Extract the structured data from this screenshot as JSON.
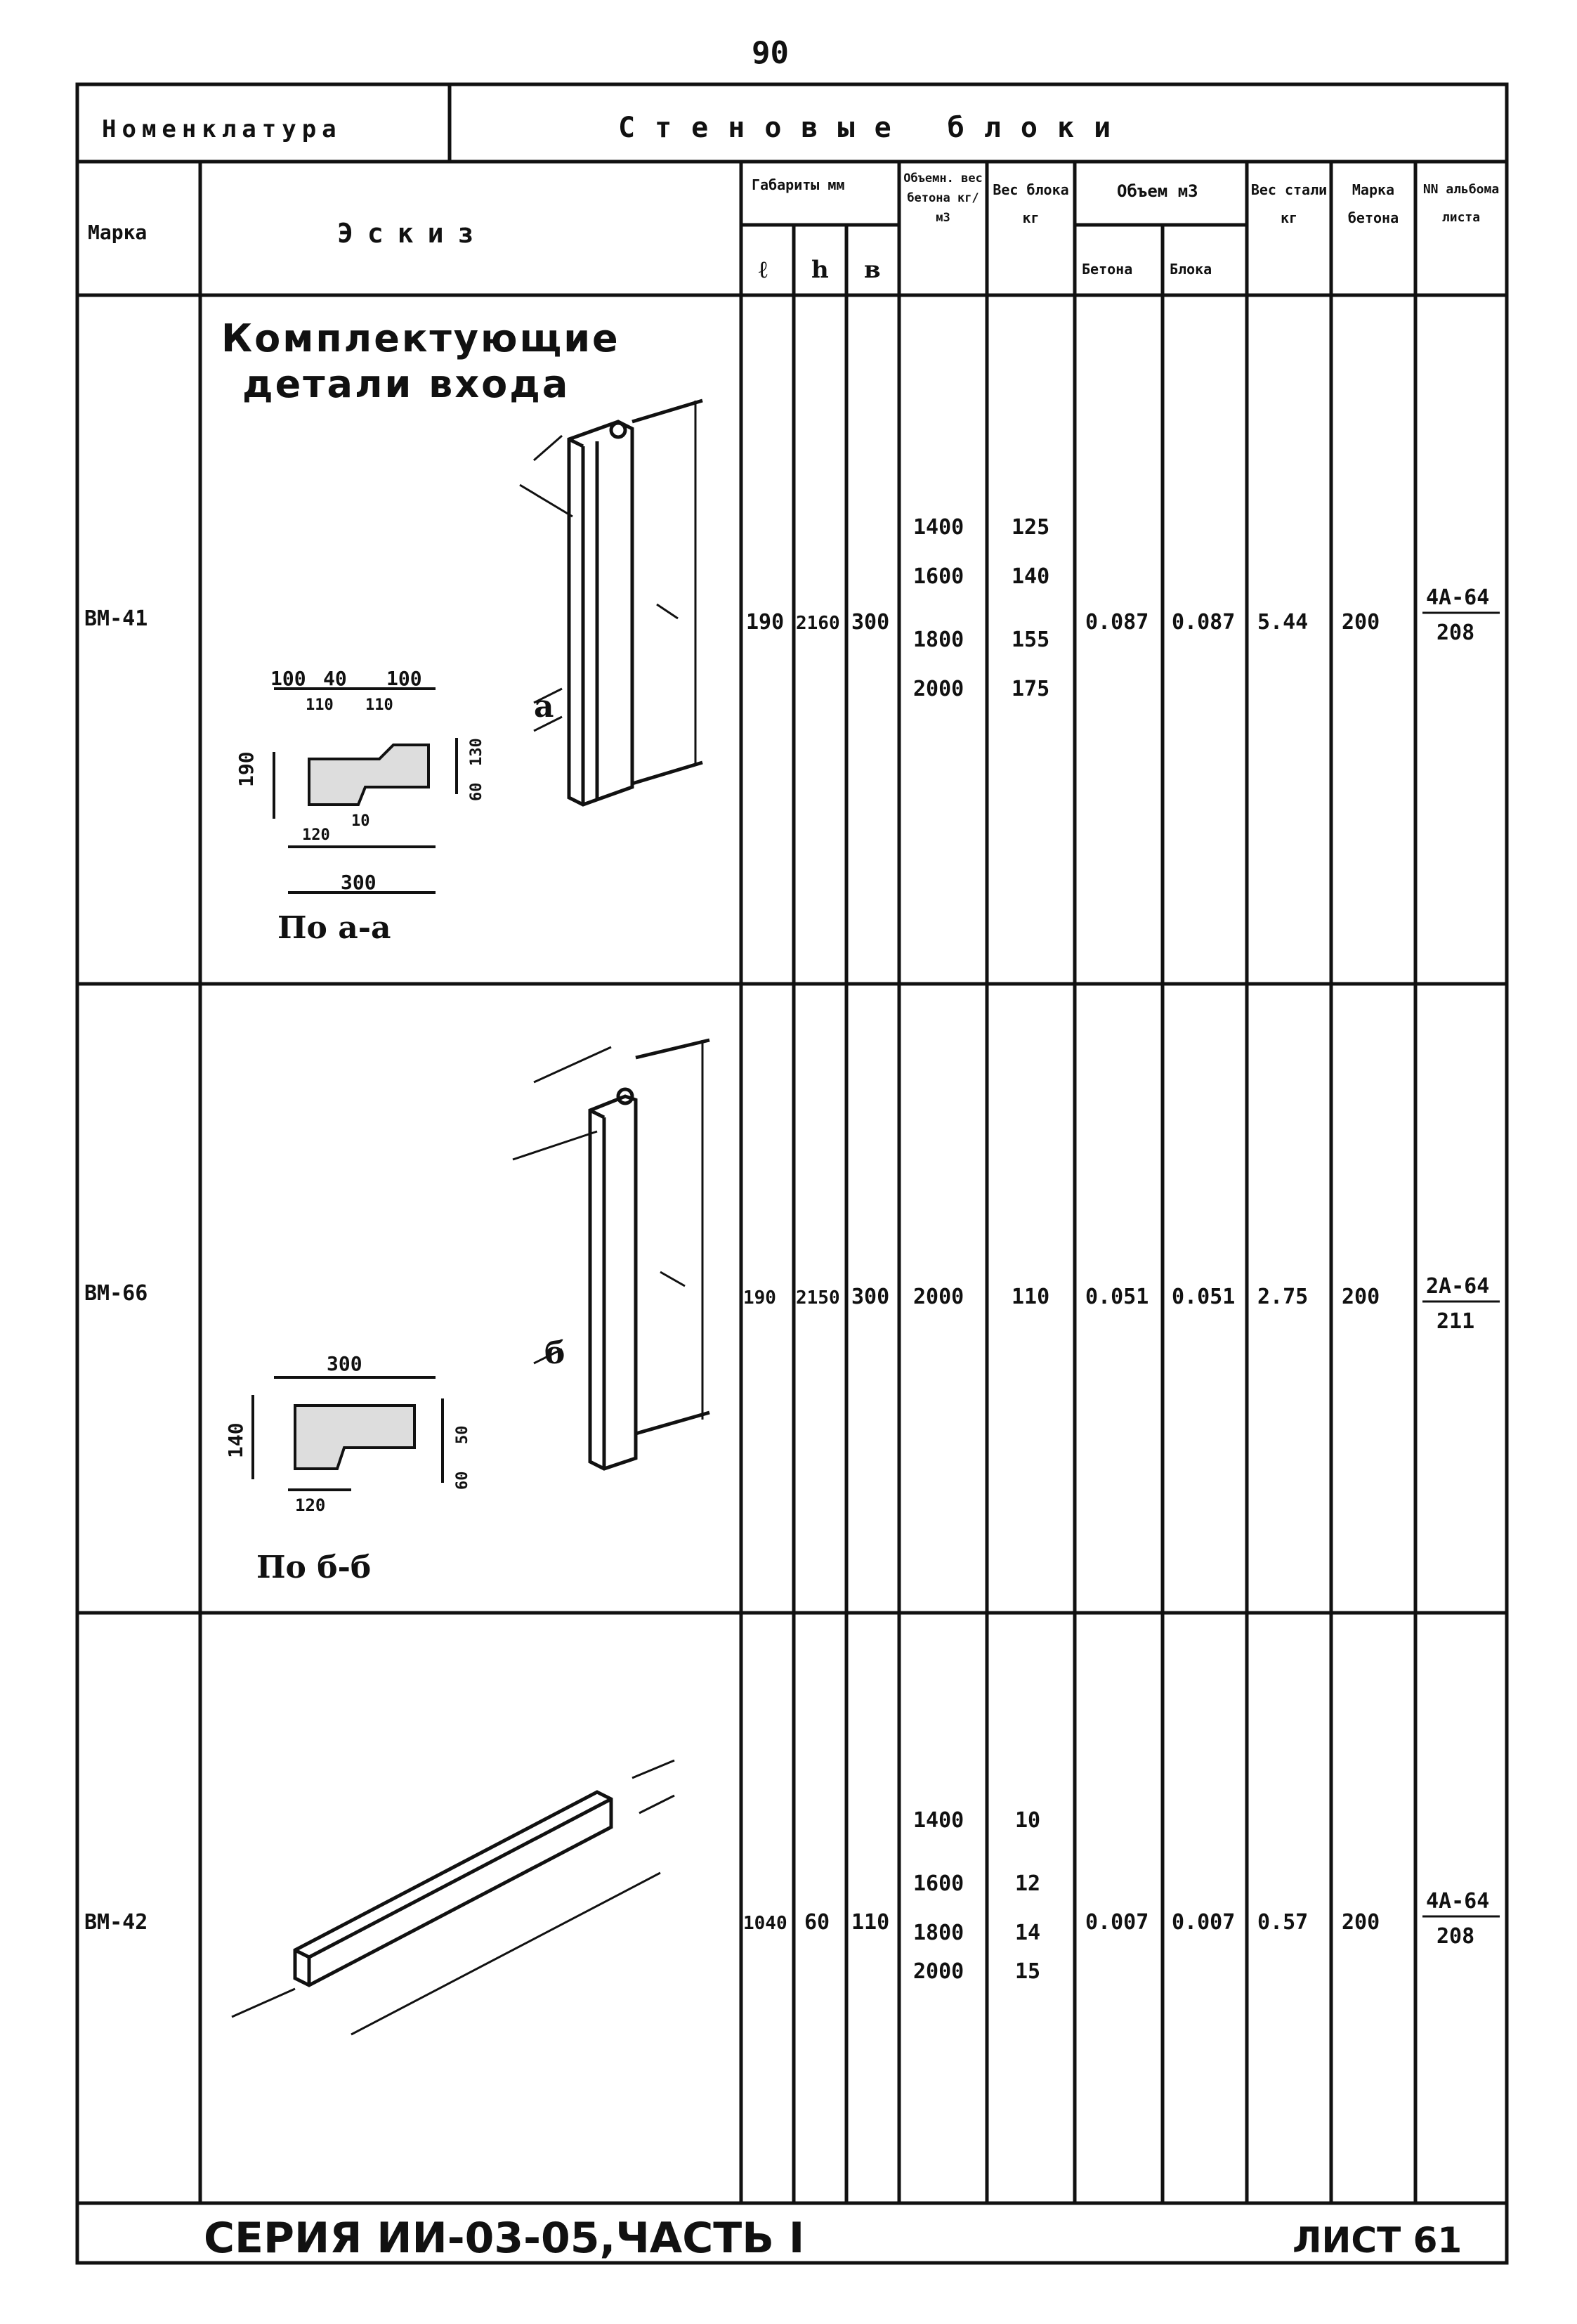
{
  "page_number": "90",
  "header": {
    "nomenclature_label": "Номенклатура",
    "group_title": "Стеновые блоки"
  },
  "columns": {
    "marka": "Марка",
    "eskiz": "Эскиз",
    "gabarity": "Габариты мм",
    "l": "ℓ",
    "h": "h",
    "b": "в",
    "ob_ves": "Объемн. вес бетона кг/м3",
    "ves_bloka": "Вес блока кг",
    "obem": "Объем м3",
    "obem_betona": "Бетона",
    "obem_bloka": "Блока",
    "ves_stali": "Вес стали кг",
    "marka_betona": "Марка бетона",
    "nn": "NN альбома листа"
  },
  "sketch_title_1": "Комплектующие",
  "sketch_title_2": "детали входа",
  "rows": [
    {
      "mark": "ВМ-41",
      "l": "190",
      "h": "2160",
      "b": "300",
      "ob_ves": [
        "1400",
        "1600",
        "1800",
        "2000"
      ],
      "ves_bloka": [
        "125",
        "140",
        "155",
        "175"
      ],
      "obem_betona": "0.087",
      "obem_bloka": "0.087",
      "ves_stali": "5.44",
      "marka_betona": "200",
      "album": "4А-64",
      "sheet": "208",
      "section_label": "По а-а",
      "dims": [
        "100",
        "40",
        "100",
        "110",
        "110",
        "190",
        "60",
        "130",
        "120",
        "10",
        "300"
      ],
      "cut_mark": "а"
    },
    {
      "mark": "ВМ-66",
      "l": "190",
      "h": "2150",
      "b": "300",
      "ob_ves": [
        "2000"
      ],
      "ves_bloka": [
        "110"
      ],
      "obem_betona": "0.051",
      "obem_bloka": "0.051",
      "ves_stali": "2.75",
      "marka_betona": "200",
      "album": "2А-64",
      "sheet": "211",
      "section_label": "По б-б",
      "dims": [
        "300",
        "140",
        "60",
        "50",
        "120"
      ],
      "cut_mark": "б"
    },
    {
      "mark": "ВМ-42",
      "l": "1040",
      "h": "60",
      "b": "110",
      "ob_ves": [
        "1400",
        "1600",
        "1800",
        "2000"
      ],
      "ves_bloka": [
        "10",
        "12",
        "14",
        "15"
      ],
      "obem_betona": "0.007",
      "obem_bloka": "0.007",
      "ves_stali": "0.57",
      "marka_betona": "200",
      "album": "4А-64",
      "sheet": "208",
      "section_label": "",
      "dims": [],
      "cut_mark": ""
    }
  ],
  "footer": {
    "series": "СЕРИЯ ИИ-03-05,ЧАСТЬ I",
    "sheet": "ЛИСТ 61"
  }
}
